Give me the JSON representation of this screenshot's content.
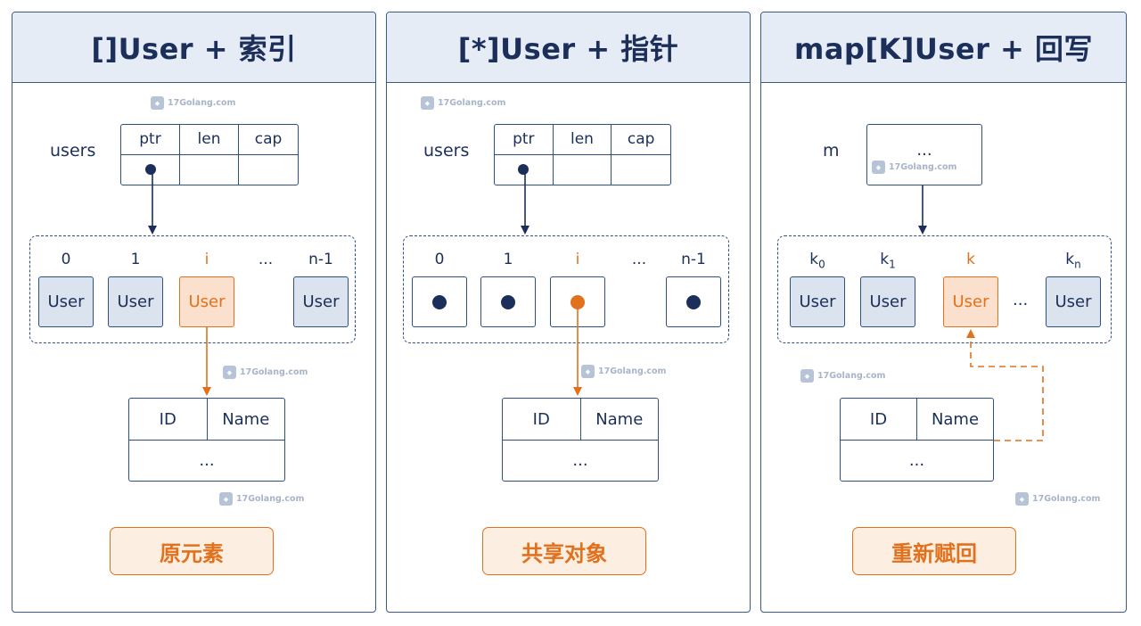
{
  "panels": [
    {
      "title": "[]User + 索引",
      "var_label": "users",
      "header_fields": [
        "ptr",
        "len",
        "cap"
      ],
      "indices": [
        "0",
        "1",
        "i",
        "...",
        "n-1"
      ],
      "elements": [
        "User",
        "User",
        "User",
        "User"
      ],
      "struct_fields": [
        "ID",
        "Name"
      ],
      "struct_body": "...",
      "result": "原元素"
    },
    {
      "title": "[*]User + 指针",
      "var_label": "users",
      "header_fields": [
        "ptr",
        "len",
        "cap"
      ],
      "indices": [
        "0",
        "1",
        "i",
        "...",
        "n-1"
      ],
      "struct_fields": [
        "ID",
        "Name"
      ],
      "struct_body": "...",
      "result": "共享对象"
    },
    {
      "title": "map[K]User + 回写",
      "var_label": "m",
      "map_box": "...",
      "keys": [
        "k",
        "k",
        "k",
        "k"
      ],
      "key_subs": [
        "0",
        "1",
        "",
        "n"
      ],
      "elements": [
        "User",
        "User",
        "User",
        "User"
      ],
      "gap": "...",
      "struct_fields": [
        "ID",
        "Name"
      ],
      "struct_body": "...",
      "result": "重新赋回"
    }
  ],
  "watermark": "17Golang.com",
  "colors": {
    "navy": "#1b2f5a",
    "orange": "#e2711d",
    "header_bg": "#e6ecf6",
    "element_bg": "#dbe3ef"
  }
}
